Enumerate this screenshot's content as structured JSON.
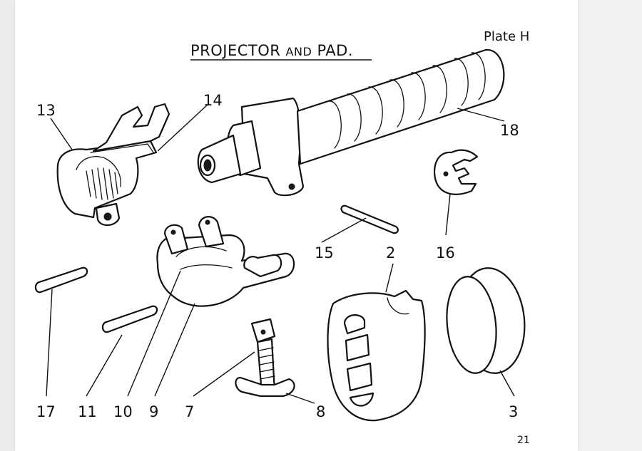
{
  "document": {
    "title_part1": "PROJECTOR ",
    "title_part2": "AND",
    "title_part3": " PAD.",
    "plate_label": "Plate H",
    "page_number": "21"
  },
  "callouts": {
    "c13": "13",
    "c14": "14",
    "c18": "18",
    "c15": "15",
    "c2": "2",
    "c16": "16",
    "c17": "17",
    "c11": "11",
    "c10": "10",
    "c9": "9",
    "c7": "7",
    "c8": "8",
    "c3": "3"
  }
}
